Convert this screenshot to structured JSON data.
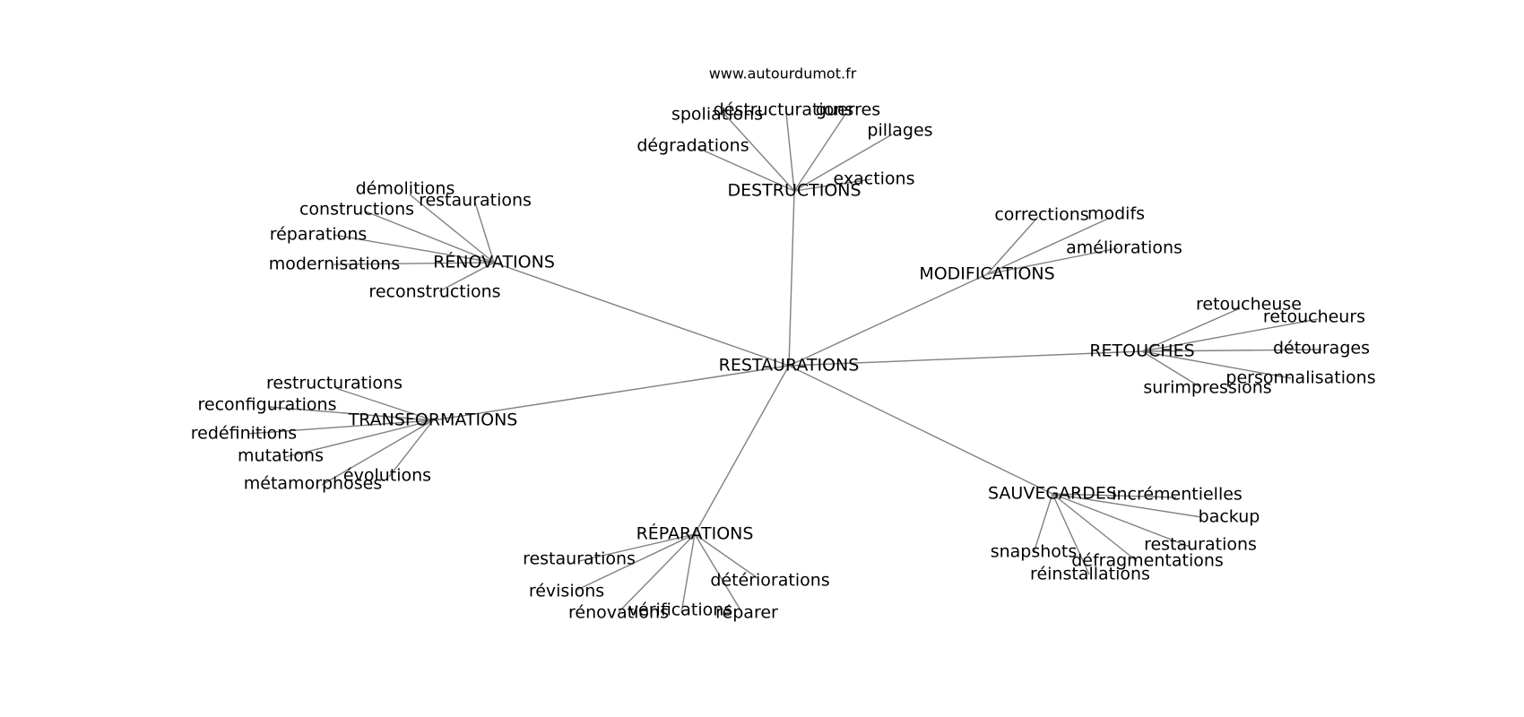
{
  "source": "www.autourdumot.fr",
  "center": "RESTAURATIONS",
  "colors": {
    "edge": "#808080",
    "text": "#000000",
    "background": "#ffffff"
  },
  "groups": [
    {
      "label": "DESTRUCTIONS",
      "words": [
        "spoliations",
        "déstructurations",
        "guerres",
        "pillages",
        "dégradations",
        "exactions"
      ]
    },
    {
      "label": "RÉNOVATIONS",
      "words": [
        "démolitions",
        "restaurations",
        "constructions",
        "réparations",
        "modernisations",
        "reconstructions"
      ]
    },
    {
      "label": "MODIFICATIONS",
      "words": [
        "corrections",
        "modifs",
        "améliorations"
      ]
    },
    {
      "label": "RETOUCHES",
      "words": [
        "retoucheuse",
        "retoucheurs",
        "détourages",
        "personnalisations",
        "surimpressions"
      ]
    },
    {
      "label": "TRANSFORMATIONS",
      "words": [
        "restructurations",
        "reconfigurations",
        "redéfinitions",
        "mutations",
        "évolutions",
        "métamorphoses"
      ]
    },
    {
      "label": "SAUVEGARDES",
      "words": [
        "incrémentielles",
        "backup",
        "restaurations",
        "snapshots",
        "défragmentations",
        "réinstallations"
      ]
    },
    {
      "label": "RÉPARATIONS",
      "words": [
        "restaurations",
        "révisions",
        "détériorations",
        "vérifications",
        "rénovations",
        "réparer"
      ]
    }
  ]
}
